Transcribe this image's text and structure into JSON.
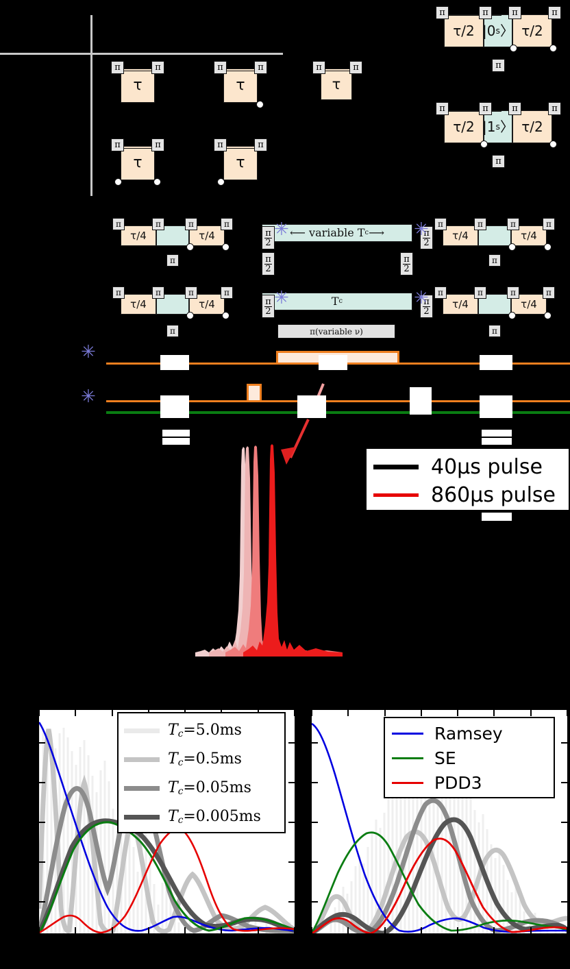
{
  "figure": {
    "background": "#000000",
    "accent_orange": "#ef7f1f",
    "accent_green": "#0a7d12",
    "gate_fill": "#fce6cd",
    "ket_fill": "#d4ece6",
    "star_color": "#7b7bd8"
  },
  "labels": {
    "pi": "π",
    "tau": "τ",
    "tau_half": "τ/2",
    "tau_quarter": "τ/4",
    "pi_num": "π",
    "pi_den": "2",
    "ket0": "|0",
    "ket0_sub": "s",
    "ket0_end": "〉",
    "ket1": "|1",
    "ket1_sub": "s",
    "ket1_end": "〉",
    "variable_tc": "⟵ variable T",
    "variable_tc_sub": "c",
    "variable_tc_end": " ⟶",
    "tc": "T",
    "tc_sub": "c",
    "pi_variable_nu": "π(variable ν)",
    "star": "✳"
  },
  "spectrum_legend": {
    "entries": [
      {
        "label": "40μs pulse",
        "color": "#000000",
        "width": 7
      },
      {
        "label": "860μs pulse",
        "color": "#e60000",
        "width": 5
      }
    ]
  },
  "chart_data": [
    {
      "id": "filter-function-left",
      "type": "line",
      "title": "",
      "xlabel": "",
      "ylabel": "",
      "xlim": [
        0,
        1
      ],
      "ylim": [
        0,
        1
      ],
      "grid": false,
      "legend_position": "top-right",
      "legend": [
        {
          "label": "T_c = 5.0ms",
          "color": "#eaeaea",
          "width": 7
        },
        {
          "label": "T_c = 0.5ms",
          "color": "#c4c4c4",
          "width": 7
        },
        {
          "label": "T_c = 0.05ms",
          "color": "#8c8c8c",
          "width": 7
        },
        {
          "label": "T_c = 0.005ms",
          "color": "#555555",
          "width": 7
        }
      ],
      "legend_labels_parts": [
        {
          "sym": "T",
          "sub": "c",
          "eq": "=",
          "val": "5.0ms"
        },
        {
          "sym": "T",
          "sub": "c",
          "eq": "=",
          "val": "0.5ms"
        },
        {
          "sym": "T",
          "sub": "c",
          "eq": "=",
          "val": "0.05ms"
        },
        {
          "sym": "T",
          "sub": "c",
          "eq": "=",
          "val": "0.005ms"
        }
      ],
      "series": [
        {
          "name": "Ramsey",
          "color": "#0000e0",
          "width": 2.6,
          "peak_x": 0.0,
          "peak_y": 1.0,
          "description": "monotonic sinc-squared decay from left edge"
        },
        {
          "name": "SE",
          "color": "#0a7d12",
          "width": 3.0,
          "peak_x": 0.2,
          "peak_y": 0.65,
          "description": "single broad lobe peaking near x=0.20"
        },
        {
          "name": "PDD3",
          "color": "#e60000",
          "width": 2.6,
          "peak_x": 0.5,
          "peak_y": 0.56,
          "secondary_peak_x": 0.14,
          "secondary_peak_y": 0.07,
          "description": "small early lobe then main lobe near x=0.50"
        },
        {
          "name": "Tc=5.0ms",
          "color": "#eaeaea",
          "width": 7,
          "description": "dense comb envelope filling under the Tc=0.5ms curve"
        },
        {
          "name": "Tc=0.5ms",
          "color": "#c4c4c4",
          "width": 7,
          "peak_x": 0.055,
          "peak_y": 0.93,
          "description": "oscillating comb, first peak near x=0.055"
        },
        {
          "name": "Tc=0.05ms",
          "color": "#8c8c8c",
          "width": 7,
          "peak_x": 0.175,
          "peak_y": 0.76,
          "description": "broad lobe peaking near x=0.175"
        },
        {
          "name": "Tc=0.005ms",
          "color": "#555555",
          "width": 7,
          "peak_x": 0.2,
          "peak_y": 0.655,
          "description": "broad lobe almost coincident with SE"
        }
      ],
      "x_ticks": [
        0.0,
        0.143,
        0.286,
        0.429,
        0.571,
        0.714,
        0.857,
        1.0
      ],
      "y_ticks": [
        0.0,
        0.177,
        0.354,
        0.531,
        0.708,
        0.885
      ],
      "tick_labels_visible": false
    },
    {
      "id": "filter-function-right",
      "type": "line",
      "title": "",
      "xlabel": "",
      "ylabel": "",
      "xlim": [
        0,
        1
      ],
      "ylim": [
        0,
        1
      ],
      "grid": false,
      "legend_position": "top-right",
      "legend": [
        {
          "label": "Ramsey",
          "color": "#0000e0",
          "width": 2.6
        },
        {
          "label": "SE",
          "color": "#0a7d12",
          "width": 2.8
        },
        {
          "label": "PDD3",
          "color": "#e60000",
          "width": 2.8
        }
      ],
      "series": [
        {
          "name": "Ramsey",
          "color": "#0000e0",
          "width": 2.6,
          "peak_x": 0.0,
          "peak_y": 1.0,
          "description": "sinc-squared decaying from left edge"
        },
        {
          "name": "SE",
          "color": "#0a7d12",
          "width": 2.8,
          "peak_x": 0.145,
          "peak_y": 0.62,
          "description": "lobe peaking near x=0.145"
        },
        {
          "name": "PDD3",
          "color": "#e60000",
          "width": 2.8,
          "peak_x": 0.4,
          "peak_y": 0.535,
          "secondary_peak_x": 0.095,
          "secondary_peak_y": 0.075,
          "description": "small early bump then main lobe near x=0.40"
        },
        {
          "name": "Tc=5.0ms",
          "color": "#eaeaea",
          "width": 7,
          "description": "dense comb envelope centred around x=0.3"
        },
        {
          "name": "Tc=0.5ms",
          "color": "#c4c4c4",
          "width": 7,
          "peak_x": 0.3,
          "peak_y": 0.73,
          "description": "oscillating comb with lobes at 0.07, 0.30, 0.47, 0.63"
        },
        {
          "name": "Tc=0.05ms",
          "color": "#8c8c8c",
          "width": 7,
          "peak_x": 0.285,
          "peak_y": 0.745,
          "description": "broad lobe peaking near x=0.285"
        },
        {
          "name": "Tc=0.005ms",
          "color": "#555555",
          "width": 7,
          "peak_x": 0.355,
          "peak_y": 0.625,
          "description": "broad lobe peaking near x=0.355"
        }
      ],
      "x_ticks": [
        0.0,
        0.143,
        0.286,
        0.429,
        0.571,
        0.714,
        0.857,
        1.0
      ],
      "y_ticks": [
        0.0,
        0.177,
        0.354,
        0.531,
        0.708,
        0.885
      ],
      "tick_labels_visible": false
    },
    {
      "id": "pulse-spectra",
      "type": "line",
      "title": "",
      "xlabel": "",
      "ylabel": "",
      "grid": false,
      "legend_position": "right",
      "series": [
        {
          "name": "spectrum-1",
          "color": "#f0cdcd",
          "peak_x": 0.36,
          "peak_y": 1.0
        },
        {
          "name": "spectrum-2",
          "color": "#eeb0b0",
          "peak_x": 0.47,
          "peak_y": 1.0
        },
        {
          "name": "spectrum-3",
          "color": "#ef7878",
          "peak_x": 0.58,
          "peak_y": 1.0
        },
        {
          "name": "spectrum-4",
          "color": "#ed1c1c",
          "peak_x": 0.69,
          "peak_y": 1.0
        }
      ],
      "description": "Four narrow sinc-shaped spectral peaks with increasing red saturation and increasing centre frequency"
    }
  ],
  "sequences": {
    "row1": [
      {
        "name": "seq-tau-a",
        "block": "τ"
      },
      {
        "name": "seq-tau-b",
        "block": "τ"
      },
      {
        "name": "seq-tau-c",
        "block": "τ"
      }
    ],
    "row2": [
      {
        "name": "seq-tau-d",
        "block": "τ"
      },
      {
        "name": "seq-tau-e",
        "block": "τ"
      }
    ],
    "right_top": {
      "name": "seq-ket0",
      "blocks": [
        "τ/2",
        "|0s〉",
        "τ/2"
      ],
      "below": "π"
    },
    "right_bottom": {
      "name": "seq-ket1",
      "blocks": [
        "τ/2",
        "|1s〉",
        "τ/2"
      ],
      "below": "π"
    },
    "row3": {
      "name": "seq-variable-tc",
      "left_blocks": [
        "τ/4",
        "τ/4"
      ],
      "center": "⟵ variable Tc ⟶",
      "right_blocks": [
        "τ/4",
        "τ/4"
      ]
    },
    "row4": {
      "name": "seq-fixed-tc",
      "left_blocks": [
        "τ/4",
        "τ/4"
      ],
      "center": "Tc",
      "right_blocks": [
        "τ/4",
        "τ/4"
      ],
      "caption": "π(variable ν)"
    }
  }
}
